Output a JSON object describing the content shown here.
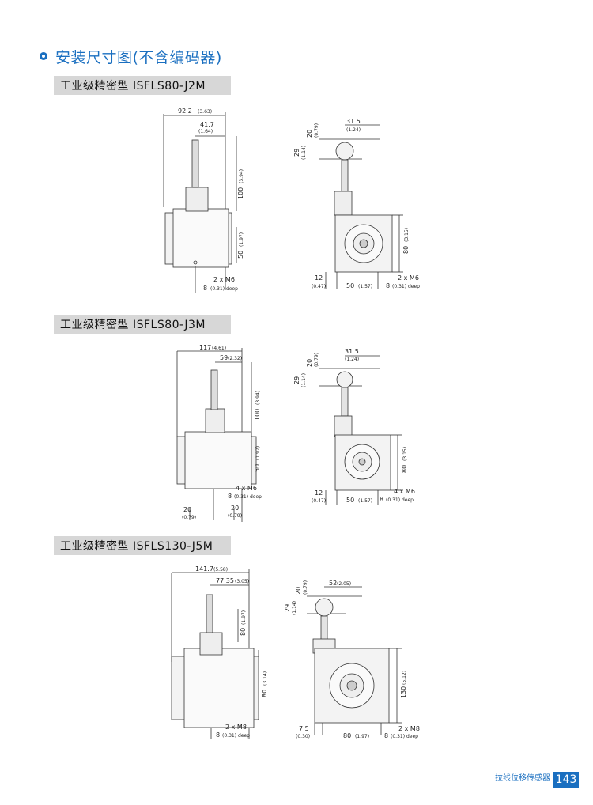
{
  "section": {
    "title": "安装尺寸图(不含编码器)"
  },
  "models": [
    {
      "name": "工业级精密型 ISFLS80-J2M",
      "side": {
        "width": "92.2",
        "width_in": "(3.63)",
        "offset": "41.7",
        "offset_in": "(1.64)",
        "height": "100",
        "height_in": "(3.94)",
        "hole_dist": "50",
        "hole_dist_in": "(1.97)",
        "thread": "2 x M6",
        "depth": "8",
        "depth_in": "(0.31) deep"
      },
      "front": {
        "ring_w": "31.5",
        "ring_w_in": "(1.24)",
        "ring_h": "20",
        "ring_h_in": "(0.79)",
        "ring_top": "29",
        "ring_top_in": "(1.14)",
        "body_h": "80",
        "body_h_in": "(3.15)",
        "left": "12",
        "left_in": "(0.47)",
        "base": "50",
        "base_in": "(1.57)",
        "thread": "2 x M6",
        "depth": "8",
        "depth_in": "(0.31) deep"
      }
    },
    {
      "name": "工业级精密型 ISFLS80-J3M",
      "side": {
        "width": "117",
        "width_in": "(4.61)",
        "offset": "59",
        "offset_in": "(2.32)",
        "height": "100",
        "height_in": "(3.94)",
        "hole_dist": "50",
        "hole_dist_in": "(1.97)",
        "thread": "4 x M6",
        "depth": "8",
        "depth_in": "(0.31) deep",
        "bottom_a": "20",
        "bottom_a_in": "(0.79)",
        "bottom_b": "20",
        "bottom_b_in": "(0.79)"
      },
      "front": {
        "ring_w": "31.5",
        "ring_w_in": "(1.24)",
        "ring_h": "20",
        "ring_h_in": "(0.79)",
        "ring_top": "29",
        "ring_top_in": "(1.14)",
        "body_h": "80",
        "body_h_in": "(3.15)",
        "left": "12",
        "left_in": "(0.47)",
        "base": "50",
        "base_in": "(1.57)",
        "thread": "4 x M6",
        "depth": "8",
        "depth_in": "(0.31) deep"
      }
    },
    {
      "name": "工业级精密型 ISFLS130-J5M",
      "side": {
        "width": "141.7",
        "width_in": "(5.58)",
        "offset": "77.35",
        "offset_in": "(3.05)",
        "height": "80",
        "height_in": "(1.97)",
        "hole_dist": "80",
        "hole_dist_in": "(3.14)",
        "thread": "2 x M8",
        "depth": "8",
        "depth_in": "(0.31) deep"
      },
      "front": {
        "ring_w": "52",
        "ring_w_in": "(2.05)",
        "ring_h": "20",
        "ring_h_in": "(0.79)",
        "ring_top": "29",
        "ring_top_in": "(1.14)",
        "body_h": "130",
        "body_h_in": "(5.12)",
        "left": "7.5",
        "left_in": "(0.30)",
        "base": "80",
        "base_in": "(1.97)",
        "thread": "2 x M8",
        "depth": "8",
        "depth_in": "(0.31) deep"
      }
    }
  ],
  "footer": {
    "label": "拉线位移传感器",
    "page": "143"
  },
  "colors": {
    "accent": "#1a6fc0",
    "bar": "#d7d7d7"
  }
}
